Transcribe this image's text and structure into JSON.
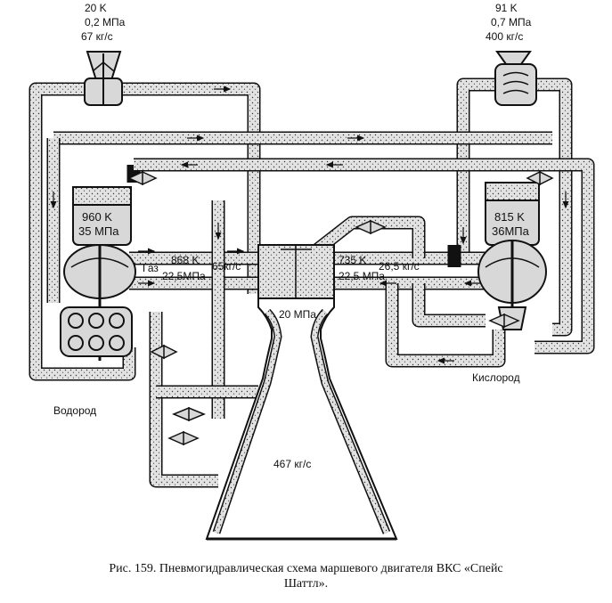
{
  "labels": {
    "hydrogen_inlet": [
      "20 K",
      "0,2 МПа",
      "67 кг/с"
    ],
    "oxygen_inlet": [
      "91 K",
      "0,7 МПа",
      "400 кг/с"
    ],
    "fuel_preburner": [
      "960 K",
      "35 МПа"
    ],
    "oxidizer_preburner": [
      "815 K",
      "36МПа"
    ],
    "gas_label": "Газ",
    "fuel_gas": [
      "868 K",
      "65кг/с",
      "22,5МПа"
    ],
    "oxidizer_gas": [
      "735 K",
      "26,5 кг/с",
      "22,5 МПа"
    ],
    "chamber_pressure": "20 МПа",
    "nozzle_flow": "467 кг/с",
    "hydrogen": "Водород",
    "oxygen": "Кислород"
  },
  "caption": {
    "line1": "Рис. 159. Пневмогидравлическая схема маршевого двигателя ВКС «Спейс",
    "line2": "Шаттл»."
  },
  "colors": {
    "line": "#111111",
    "pipe_fill": "#dcdcdc",
    "component_fill": "#d8d8d8",
    "background": "#ffffff"
  }
}
